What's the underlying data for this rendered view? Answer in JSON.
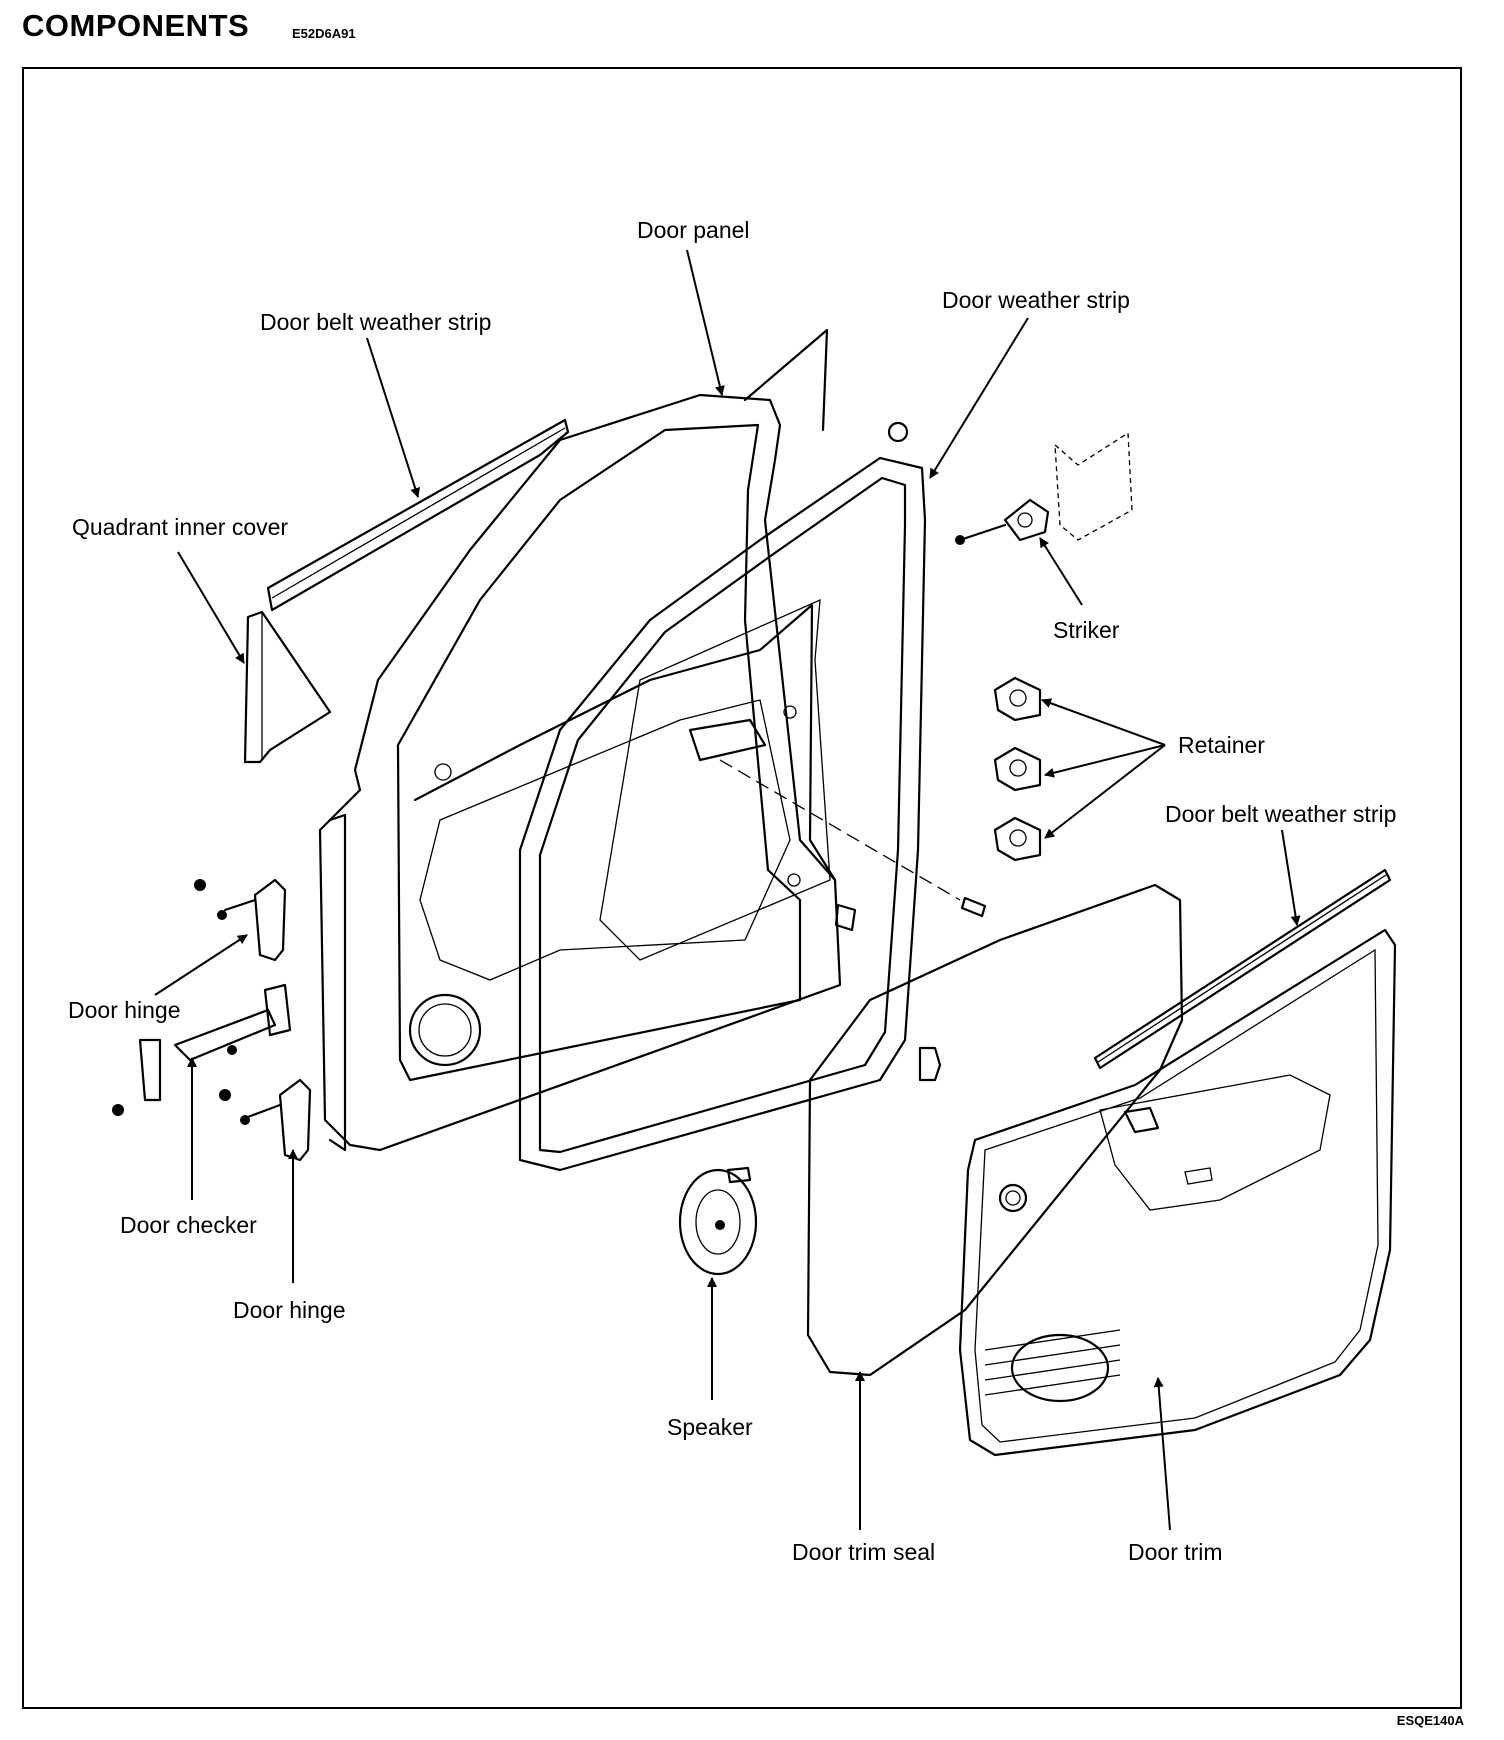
{
  "header": {
    "title": "COMPONENTS",
    "code": "E52D6A91"
  },
  "figure": {
    "code": "ESQE140A"
  },
  "labels": {
    "door_panel": "Door panel",
    "door_weather_strip": "Door weather strip",
    "door_belt_weather_strip_outer": "Door belt weather strip",
    "quadrant_inner_cover": "Quadrant inner cover",
    "striker": "Striker",
    "retainer": "Retainer",
    "door_belt_weather_strip_inner": "Door belt weather strip",
    "door_hinge_upper": "Door hinge",
    "door_checker": "Door checker",
    "door_hinge_lower": "Door hinge",
    "speaker": "Speaker",
    "door_trim_seal": "Door trim seal",
    "door_trim": "Door trim"
  }
}
